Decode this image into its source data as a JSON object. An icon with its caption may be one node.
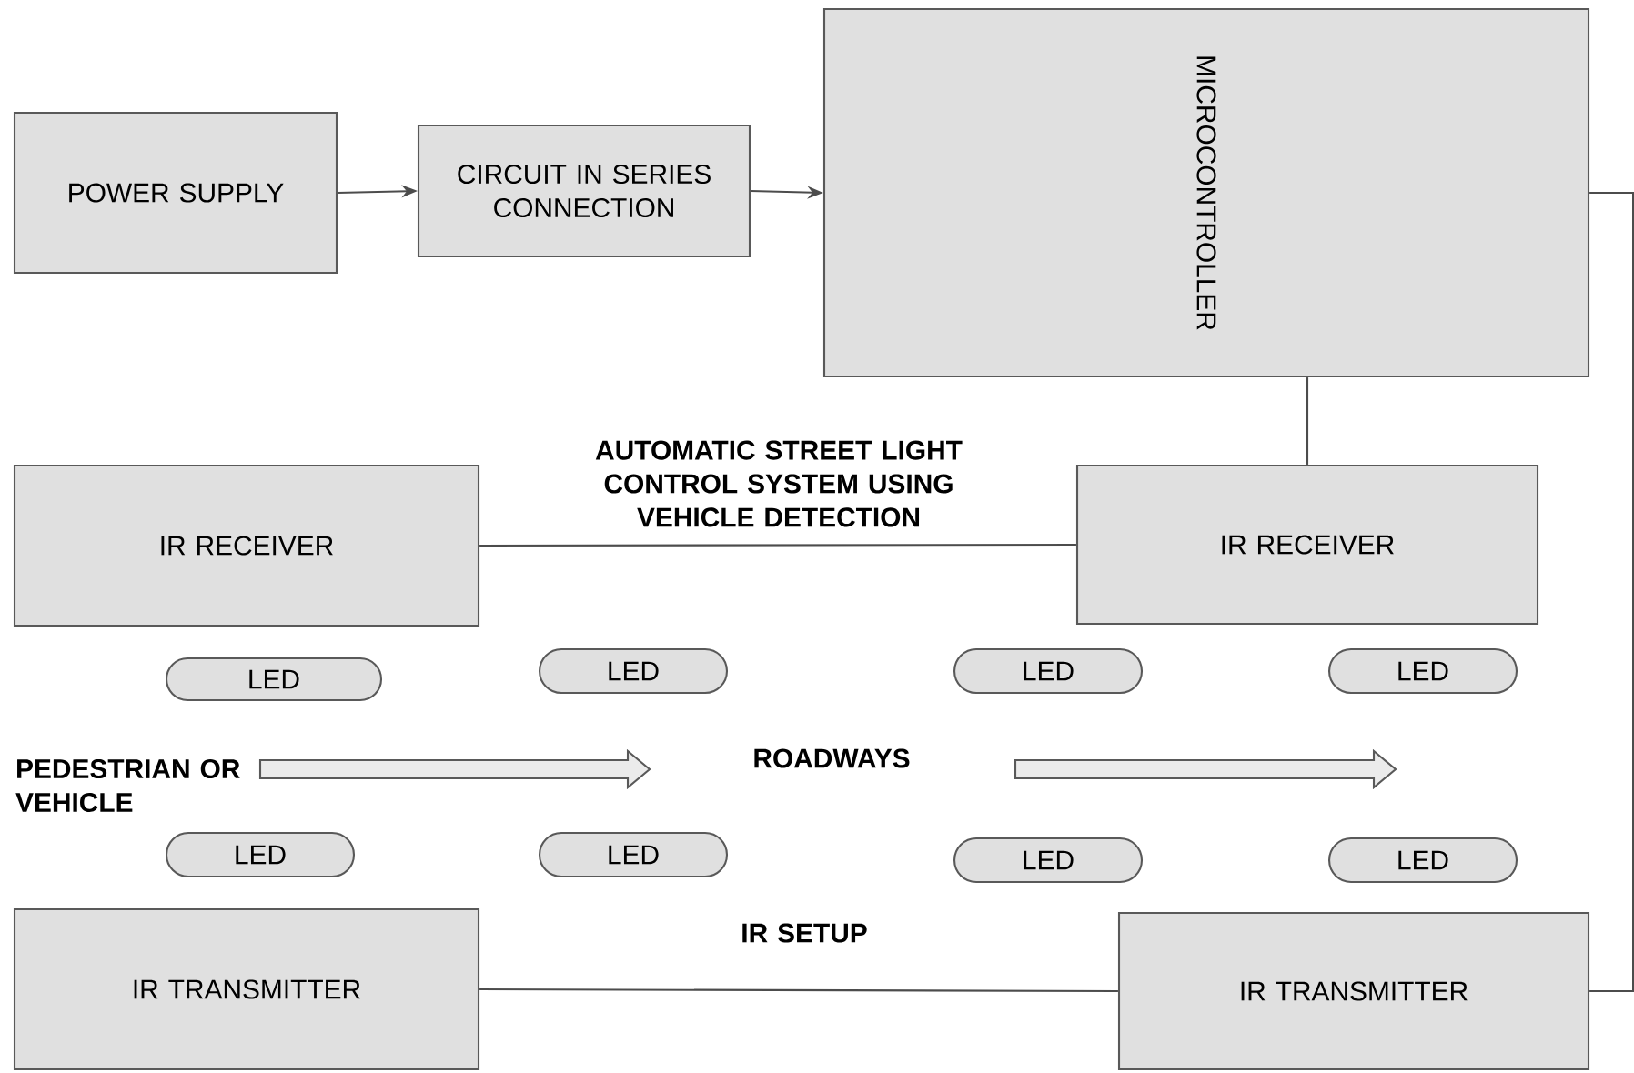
{
  "diagram": {
    "title": "AUTOMATIC STREET LIGHT CONTROL SYSTEM USING VEHICLE DETECTION",
    "nodes": [
      {
        "text": [
          "POWER SUPPLY"
        ]
      },
      {
        "text": [
          "CIRCUIT IN SERIES CONNECTION"
        ]
      },
      {
        "text": [
          "MICROCONTROLLER"
        ]
      },
      {
        "text": [
          "IR RECEIVER"
        ]
      },
      {
        "text": [
          "IR RECEIVER"
        ]
      },
      {
        "text": [
          "LED"
        ]
      },
      {
        "text": [
          "LED"
        ]
      },
      {
        "text": [
          "LED"
        ]
      },
      {
        "text": [
          "LED"
        ]
      },
      {
        "text": [
          "LED"
        ]
      },
      {
        "text": [
          "LED"
        ]
      },
      {
        "text": [
          "LED"
        ]
      },
      {
        "text": [
          "LED"
        ]
      },
      {
        "text": [
          "IR TRANSMITTER"
        ]
      },
      {
        "text": [
          "IR TRANSMITTER"
        ]
      }
    ],
    "edges": [
      {
        "from": 0,
        "to": 1,
        "arrow": "to"
      },
      {
        "from": 1,
        "to": 2,
        "arrow": "to"
      },
      {
        "from": 2,
        "to": 4,
        "arrow": "none"
      },
      {
        "from": 3,
        "to": 4,
        "arrow": "none"
      },
      {
        "from": 13,
        "to": 14,
        "arrow": "none"
      },
      {
        "from": 2,
        "to": 14,
        "arrow": "none"
      }
    ],
    "labels": [
      "PEDESTRIAN OR VEHICLE",
      "ROADWAYS",
      "IR SETUP"
    ]
  }
}
